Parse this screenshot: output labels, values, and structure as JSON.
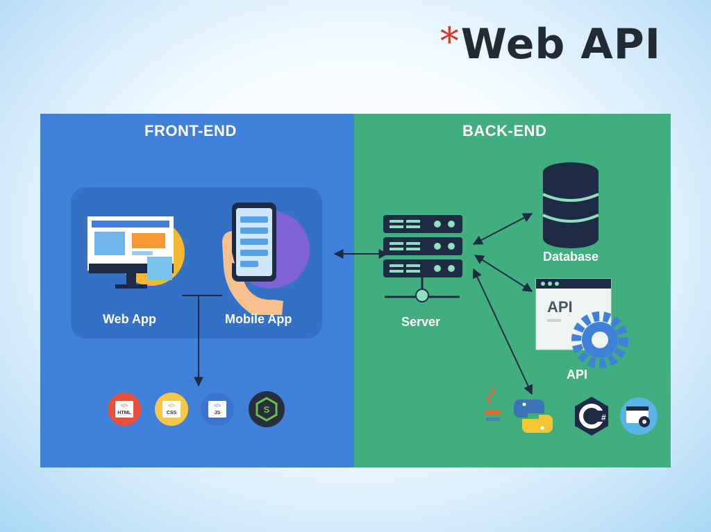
{
  "slide": {
    "title_marker": "*",
    "title": "Web API"
  },
  "diagram": {
    "front_end": {
      "heading": "FRONT-END",
      "web_app_label": "Web App",
      "mobile_app_label": "Mobile App",
      "tech_icons": [
        {
          "icon": "html-icon",
          "text": "HTML"
        },
        {
          "icon": "css-icon",
          "text": "CSS"
        },
        {
          "icon": "js-icon",
          "text": "JS"
        },
        {
          "icon": "nodejs-icon",
          "text": ""
        }
      ]
    },
    "back_end": {
      "heading": "BACK-END",
      "server_label": "Server",
      "database_label": "Database",
      "api_label": "API",
      "api_window_text": "API",
      "tech_icons": [
        {
          "icon": "java-icon",
          "text": ""
        },
        {
          "icon": "python-icon",
          "text": ""
        },
        {
          "icon": "csharp-icon",
          "text": ""
        },
        {
          "icon": "gear-window-icon",
          "text": ""
        }
      ]
    },
    "colors": {
      "front_panel": "#3f80d8",
      "back_panel": "#40ae7f",
      "title": "#222a34",
      "title_marker": "#d23a2a"
    }
  }
}
